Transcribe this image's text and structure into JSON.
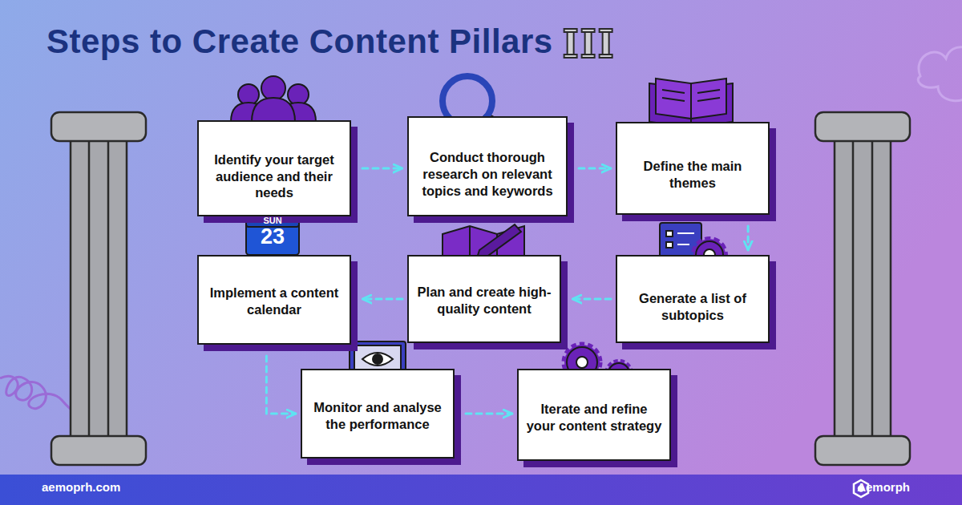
{
  "diagram": {
    "title": "Steps to Create Content Pillars",
    "nodes": [
      {
        "text": [
          "Identify your target audience and their needs"
        ]
      },
      {
        "text": [
          "Conduct thorough research on relevant topics and keywords"
        ]
      },
      {
        "text": [
          "Define the main themes"
        ]
      },
      {
        "text": [
          "Generate a list of subtopics"
        ]
      },
      {
        "text": [
          "Plan and create high-quality content"
        ]
      },
      {
        "text": [
          "Implement a content calendar"
        ]
      },
      {
        "text": [
          "Monitor and analyse the performance"
        ]
      },
      {
        "text": [
          "Iterate and refine your content strategy"
        ]
      }
    ],
    "edges": [
      {
        "from": 0,
        "to": 1,
        "arrow": "to"
      },
      {
        "from": 1,
        "to": 2,
        "arrow": "to"
      },
      {
        "from": 2,
        "to": 3,
        "arrow": "to"
      },
      {
        "from": 3,
        "to": 4,
        "arrow": "to"
      },
      {
        "from": 4,
        "to": 5,
        "arrow": "to"
      },
      {
        "from": 5,
        "to": 6,
        "arrow": "to"
      },
      {
        "from": 6,
        "to": 7,
        "arrow": "to"
      }
    ],
    "labels": [
      "SUN",
      "23",
      "aemoprh.com",
      "Aemorph"
    ]
  }
}
